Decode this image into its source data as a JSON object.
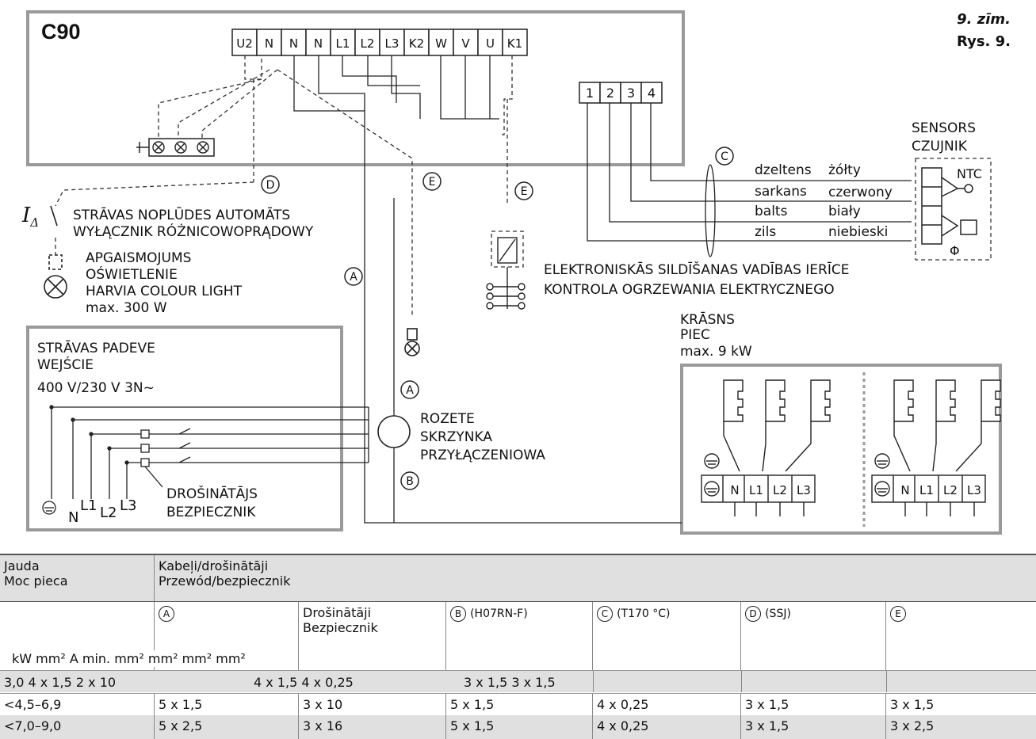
{
  "controller": {
    "name": "C90",
    "terminals": [
      "U2",
      "N",
      "N",
      "N",
      "L1",
      "L2",
      "L3",
      "K2",
      "W",
      "V",
      "U",
      "K1"
    ],
    "sensor_terminals": [
      "1",
      "2",
      "3",
      "4"
    ]
  },
  "figure_label": {
    "lv": "9. zīm.",
    "pl": "Rys. 9."
  },
  "sensor": {
    "title_lv": "SENSORS",
    "title_pl": "CZUJNIK",
    "ntc": "NTC",
    "wires": [
      {
        "lv": "dzeltens",
        "pl": "żółty"
      },
      {
        "lv": "sarkans",
        "pl": "czerwony"
      },
      {
        "lv": "balts",
        "pl": "biały"
      },
      {
        "lv": "zils",
        "pl": "niebieski"
      }
    ]
  },
  "labels": {
    "rcd_symbol": "I",
    "rcd_sub": "Δ",
    "rcd_lv": "STRĀVAS NOPLŪDES AUTOMĀTS",
    "rcd_pl": "WYŁĄCZNIK RÓŻNICOWOPRĄDOWY",
    "light_lv": "APGAISMOJUMS",
    "light_pl": "OŚWIETLENIE",
    "light_name": "HARVIA COLOUR LIGHT",
    "light_max": "max. 300 W",
    "supply_lv": "STRĀVAS PADEVE",
    "supply_pl": "WEJŚCIE",
    "supply_v": "400 V/230 V 3N~",
    "fuse_lv": "DROŠINĀTĀJS",
    "fuse_pl": "BEZPIECZNIK",
    "box_lv": "ROZETE",
    "box_pl": "SKRZYNKA",
    "box_pl2": "PRZYŁĄCZENIOWA",
    "heat_lv": "ELEKTRONISKĀS SILDĪŠANAS VADĪBAS IERĪCE",
    "heat_pl": "KONTROLA OGRZEWANIA ELEKTRYCZNEGO",
    "stove_lv": "KRĀSNS",
    "stove_pl": "PIEC",
    "stove_max": "max. 9 kW",
    "supply_terms": [
      "N",
      "L1",
      "L2",
      "L3"
    ],
    "stove_terms": [
      "N",
      "L1",
      "L2",
      "L3"
    ],
    "markers": [
      "A",
      "B",
      "C",
      "D",
      "E"
    ],
    "phi": "Φ"
  },
  "table": {
    "h1": "Jauda",
    "h1b": "Moc pieca",
    "h2": "Kabeļi/drošinātāji",
    "h2b": "Przewód/bezpiecznik",
    "col_a": "A",
    "col_fuse_lv": "Drošinātāji",
    "col_fuse_pl": "Bezpiecznik",
    "col_b": "B",
    "col_b_type": "(H07RN-F)",
    "col_c": "C",
    "col_c_type": "(T170 °C)",
    "col_d": "D",
    "col_d_type": "(SSJ)",
    "col_e": "E",
    "units": "kW mm² A min. mm² mm² mm² mm²",
    "row1a": "3,0 4 x 1,5 2 x 10",
    "row1b": "4 x 1,5 4 x 0,25",
    "row1c": "3 x 1,5 3 x 1,5",
    "rows": [
      [
        "<4,5–6,9",
        "5 x 1,5",
        "3 x 10",
        "5 x 1,5",
        "4 x 0,25",
        "3 x 1,5",
        "3 x 1,5"
      ],
      [
        "<7,0–9,0",
        "5 x 2,5",
        "3 x 16",
        "5 x 1,5",
        "4 x 0,25",
        "3 x 1,5",
        "3 x 2,5"
      ]
    ]
  }
}
